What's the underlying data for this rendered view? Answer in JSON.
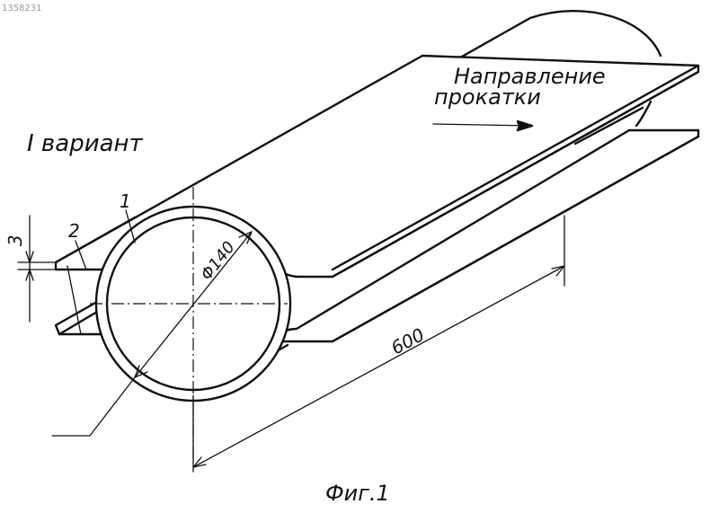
{
  "drawing": {
    "top_left_code": "1358231",
    "variant_label": "I вариант",
    "direction_line1": "Направление",
    "direction_line2": "прокатки",
    "callout_1": "1",
    "callout_2": "2",
    "dim_thickness": "3",
    "dim_diameter": "Φ140",
    "dim_length": "600",
    "figure_caption": "Фиг.1"
  },
  "colors": {
    "ink": "#111111",
    "paper": "#ffffff"
  }
}
